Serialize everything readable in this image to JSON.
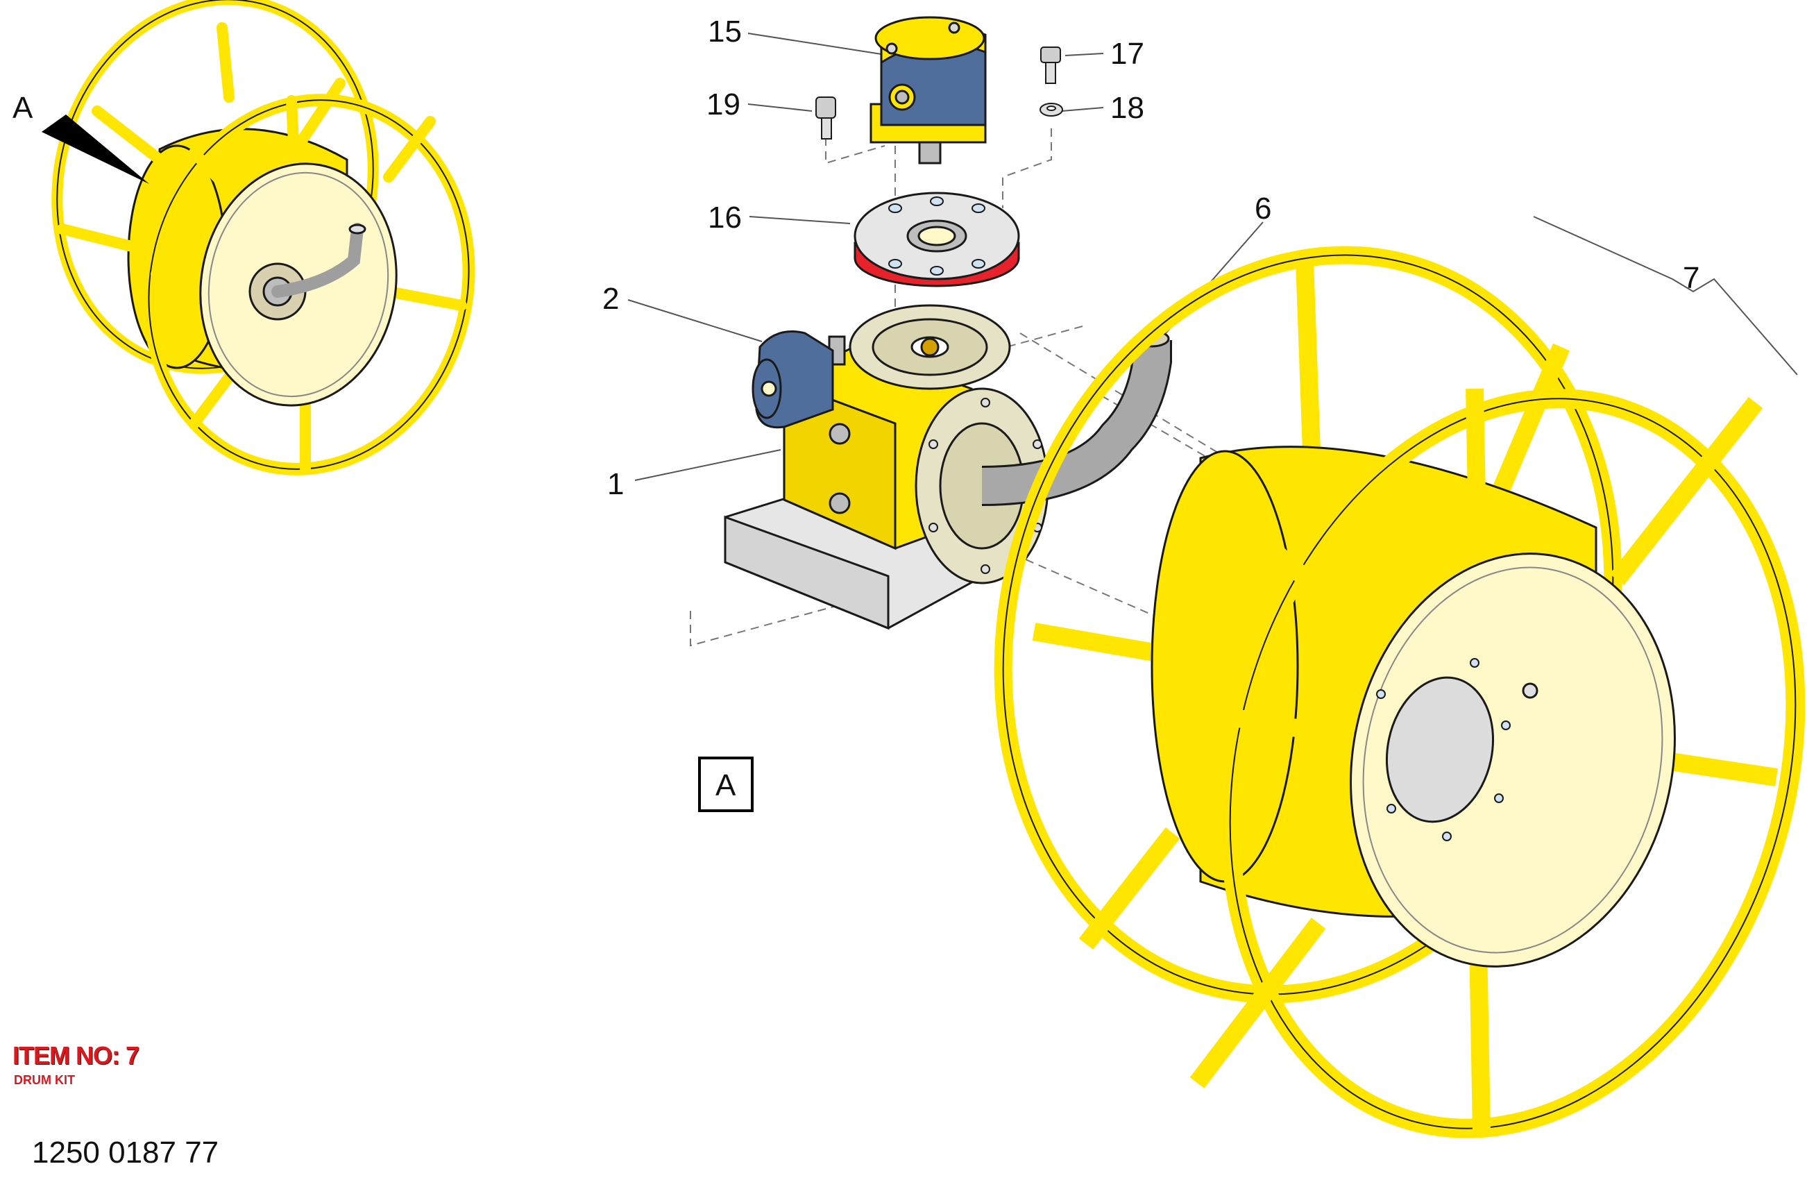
{
  "callouts": {
    "c15": "15",
    "c19": "19",
    "c17": "17",
    "c18": "18",
    "c16": "16",
    "c2": "2",
    "c6": "6",
    "c7": "7",
    "c1": "1"
  },
  "view_label": "A",
  "arrow_label": "A",
  "footer": {
    "item_no": "ITEM NO: 7",
    "item_desc": "DRUM KIT",
    "part_number": "1250 0187 77"
  },
  "colors": {
    "yellow": "#ffe600",
    "cream": "#fff8c8",
    "gray": "#bdbdbd",
    "blue": "#4f6e9c",
    "red": "#e8222a",
    "plate": "#e6e6e6"
  }
}
